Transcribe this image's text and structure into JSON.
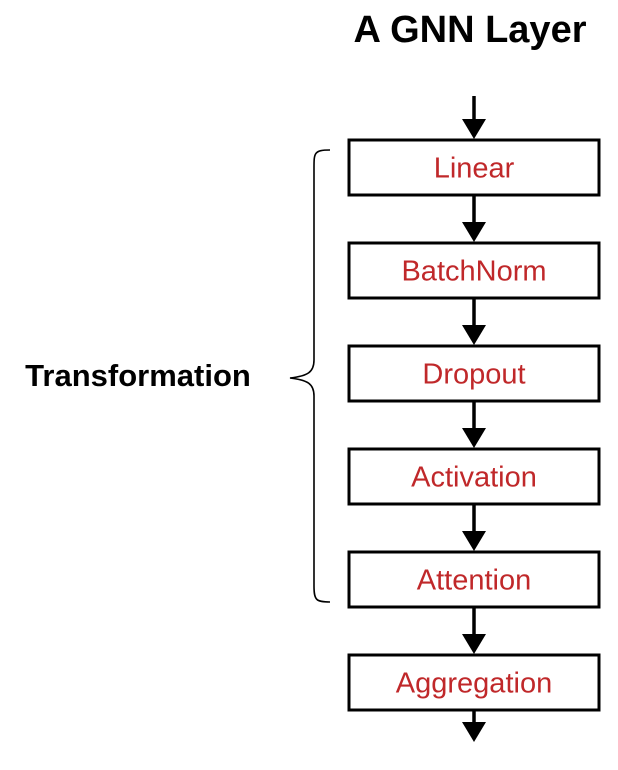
{
  "title": "A GNN Layer",
  "group_label": "Transformation",
  "colors": {
    "box_text": "#c0282a",
    "stroke": "#000000",
    "background": "#ffffff"
  },
  "blocks": [
    {
      "label": "Linear"
    },
    {
      "label": "BatchNorm"
    },
    {
      "label": "Dropout"
    },
    {
      "label": "Activation"
    },
    {
      "label": "Attention"
    },
    {
      "label": "Aggregation"
    }
  ],
  "icons": {
    "flow_arrow": "arrow-down-icon",
    "group_brace": "curly-brace-icon"
  }
}
